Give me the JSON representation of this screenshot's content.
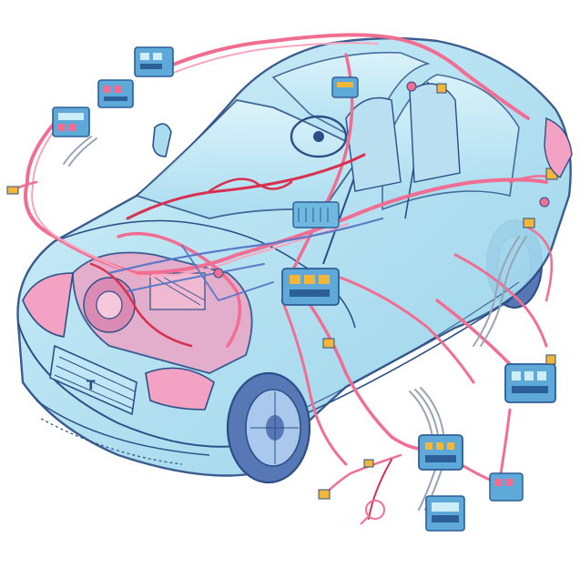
{
  "colors": {
    "background": "#ffffff",
    "body_fill": "#a9dcef",
    "body_fill_light": "#cdeef8",
    "body_outline": "#2a4f86",
    "glass": "#bfe6f4",
    "wire_main": "#f26d92",
    "wire_light": "#f8a6bd",
    "wire_red": "#d8304f",
    "wire_blue": "#5a79c9",
    "wire_gray": "#9aa3b5",
    "module_fill": "#5fa9d9",
    "module_dark": "#2c5e98",
    "connector_yellow": "#f1b63a",
    "tire": "#4a6ea8",
    "engine_pink": "#e58fb4"
  },
  "components": {
    "car": "transparent-sedan",
    "wheels": [
      "front-left-wheel",
      "front-right-wheel",
      "rear-left-wheel"
    ],
    "modules": [
      "fuse-box",
      "body-control-module",
      "engine-control-unit",
      "relay-block",
      "door-module",
      "rear-junction-box",
      "sensor-module"
    ],
    "icons": [
      "connector-icon",
      "sensor-icon",
      "ground-ring-icon"
    ]
  }
}
